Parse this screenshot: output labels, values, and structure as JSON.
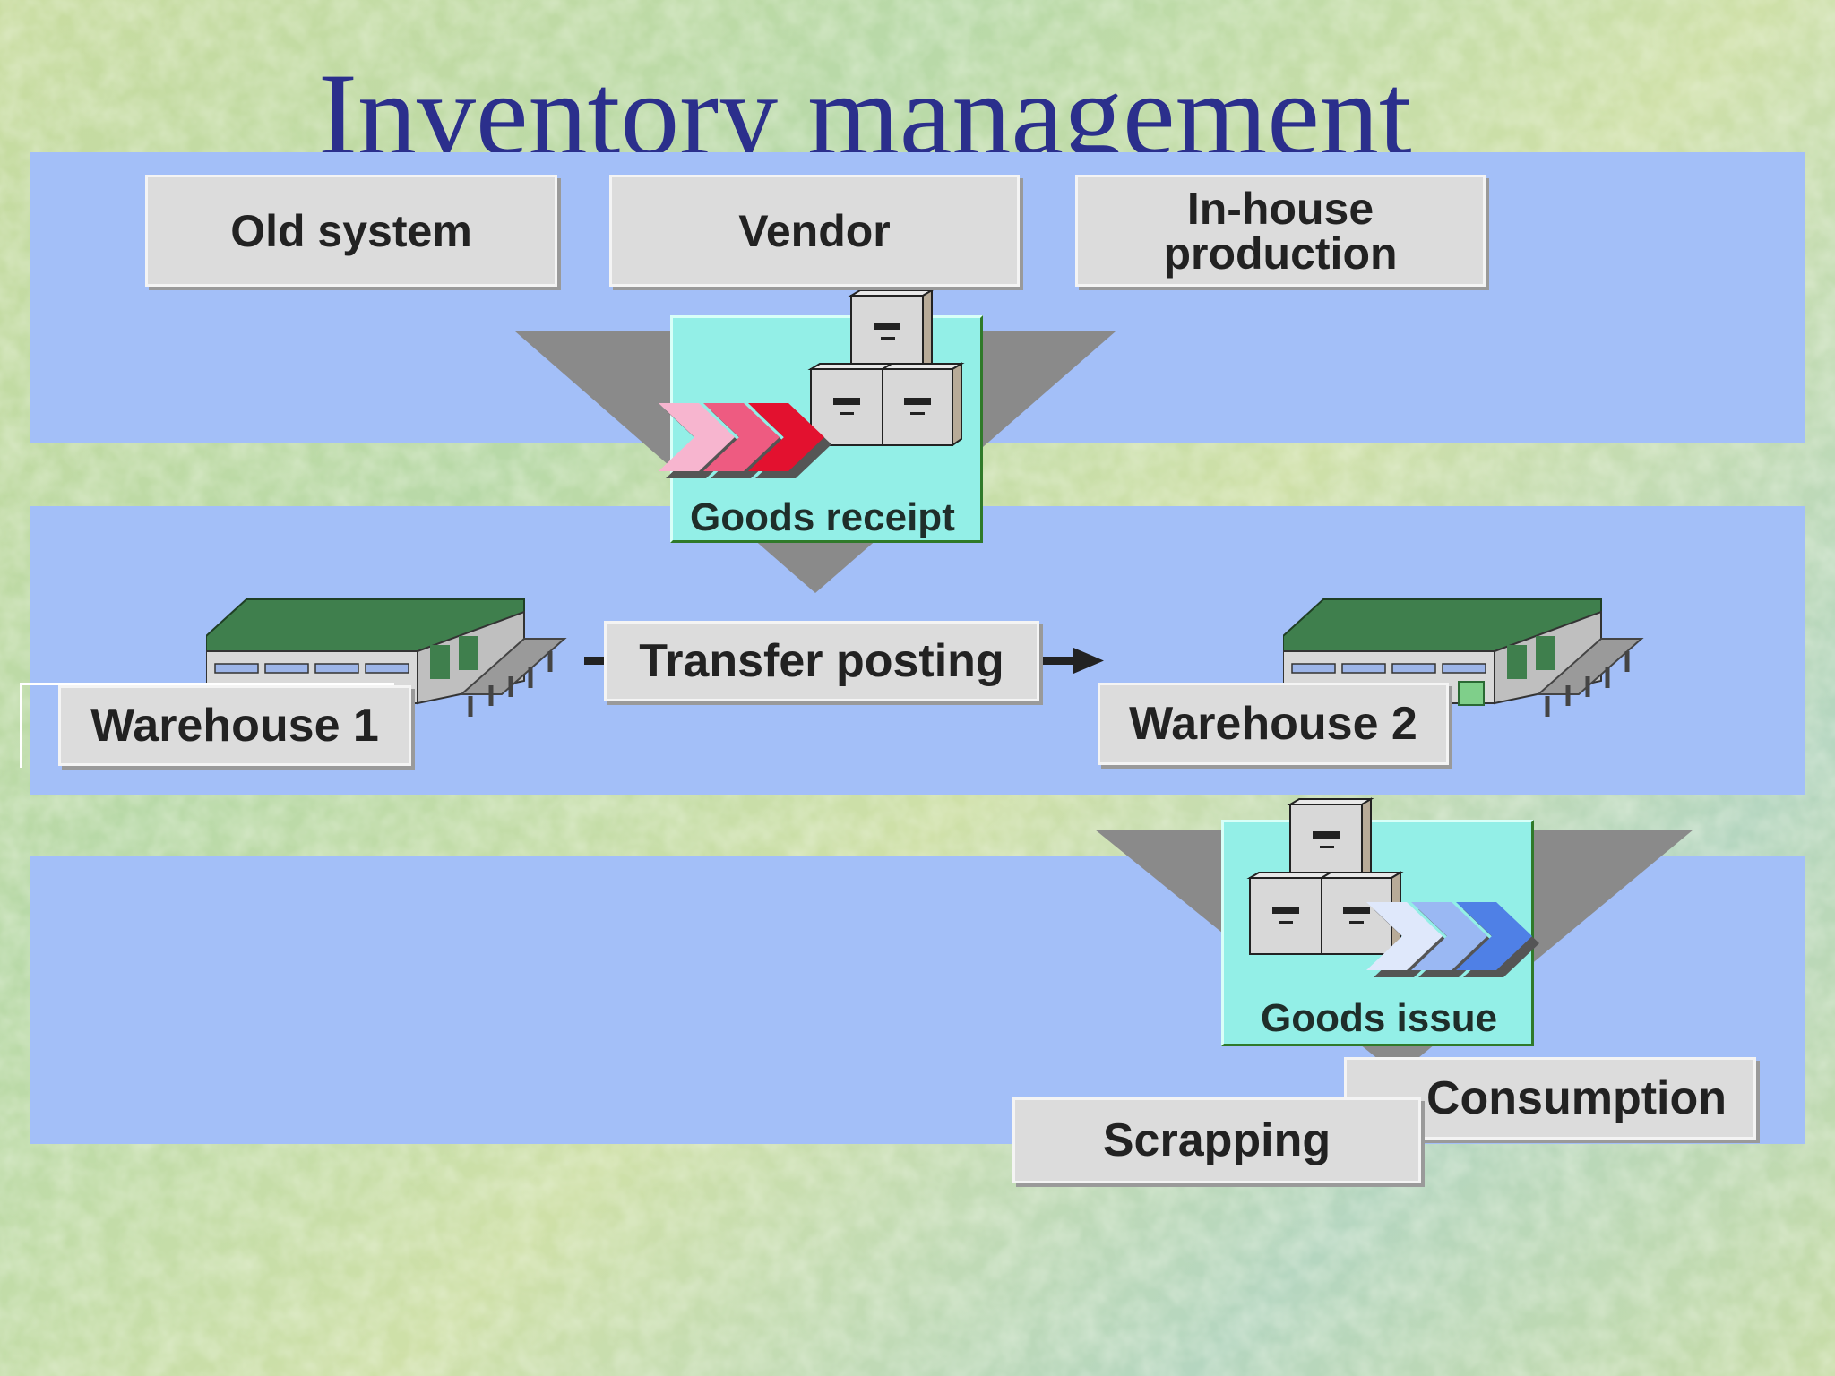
{
  "title": "Inventory management",
  "sources": [
    "Old system",
    "Vendor"
  ],
  "inhouse": {
    "line1": "In-house",
    "line2": "production"
  },
  "goods_receipt": "Goods receipt",
  "warehouses": [
    "Warehouse 1",
    "Warehouse 2"
  ],
  "transfer_posting": "Transfer posting",
  "goods_issue": "Goods issue",
  "outputs": {
    "consumption": "Consumption",
    "scrapping": "Scrapping"
  },
  "colors": {
    "band": "#a3bff8",
    "title": "#2b2f8c",
    "funnel": "#8a8a8a",
    "box_fill": "#93efe7",
    "receipt_arrows": [
      "#f7b5cf",
      "#ee5b81",
      "#e3112f"
    ],
    "issue_arrows": [
      "#dfe8fb",
      "#9ab8f3",
      "#4f80e6"
    ],
    "roof": "#3f7f4d"
  },
  "icons": [
    "stacked-boxes-icon",
    "chevron-arrows-icon",
    "warehouse-icon",
    "right-arrow-icon"
  ]
}
